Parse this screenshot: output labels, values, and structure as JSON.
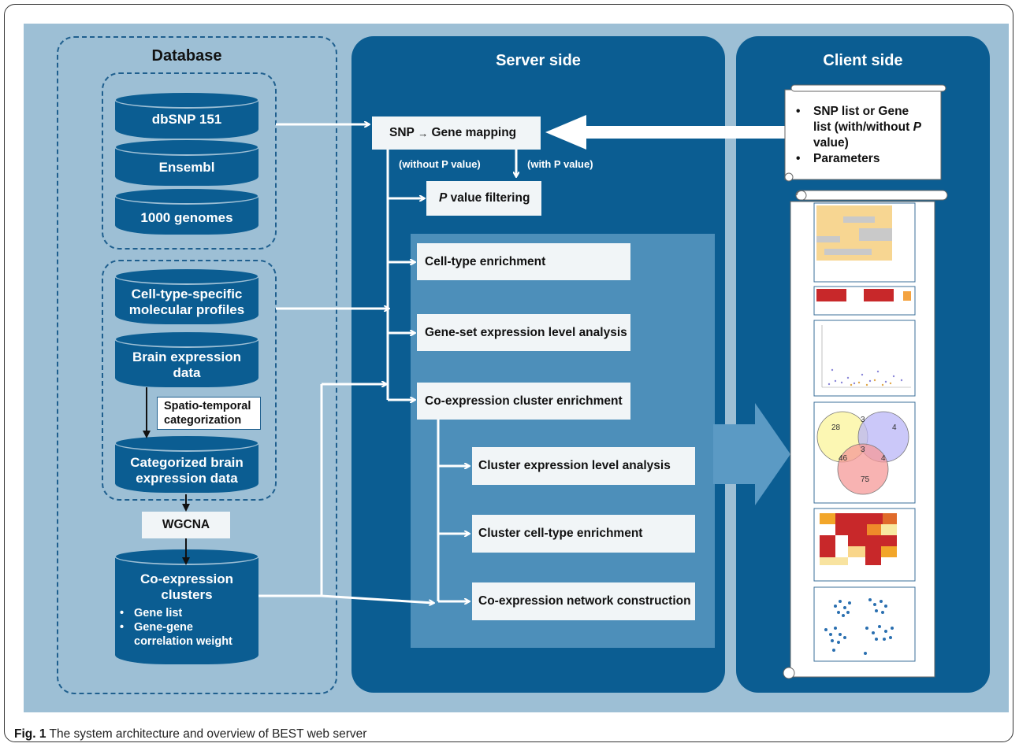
{
  "titles": {
    "database": "Database",
    "server": "Server side",
    "client": "Client side"
  },
  "database": {
    "dbsnp": "dbSNP 151",
    "ensembl": "Ensembl",
    "thousand": "1000 genomes",
    "celltype_l1": "Cell-type-specific",
    "celltype_l2": "molecular profiles",
    "brain_l1": "Brain expression",
    "brain_l2": "data",
    "spatio_l1": "Spatio-temporal",
    "spatio_l2": "categorization",
    "categorized_l1": "Categorized brain",
    "categorized_l2": "expression data",
    "wgcna": "WGCNA",
    "coexp_l1": "Co-expression",
    "coexp_l2": "clusters",
    "coexp_b1": "Gene list",
    "coexp_b2_l1": "Gene-gene",
    "coexp_b2_l2": "correlation weight"
  },
  "server": {
    "snp_mapping_a": "SNP",
    "snp_mapping_arrow": "→",
    "snp_mapping_b": "Gene mapping",
    "without_p": "(without P value)",
    "with_p": "(with P value)",
    "pfilter_p": "P",
    "pfilter_rest": " value filtering",
    "celltype_enrich": "Cell-type enrichment",
    "geneset_expr": "Gene-set expression level analysis",
    "coexp_enrich": "Co-expression cluster enrichment",
    "cluster_expr": "Cluster expression level analysis",
    "cluster_celltype": "Cluster cell-type enrichment",
    "coexp_network": "Co-expression network construction"
  },
  "client": {
    "input_1a": "SNP list or Gene",
    "input_1b": "list (with/without ",
    "input_1p": "P",
    "input_1c": "value)",
    "input_2": "Parameters",
    "venn_labels": [
      "28",
      "3",
      "4",
      "3",
      "46",
      "4",
      "75"
    ]
  },
  "caption": {
    "label": "Fig. 1",
    "text": " The system architecture and overview of BEST web server"
  },
  "colors": {
    "dark_blue": "#0b5d92",
    "light_blue_bg": "#9dbfd5",
    "mid_blue": "#4d8fba",
    "box_fill": "#f1f5f7"
  }
}
